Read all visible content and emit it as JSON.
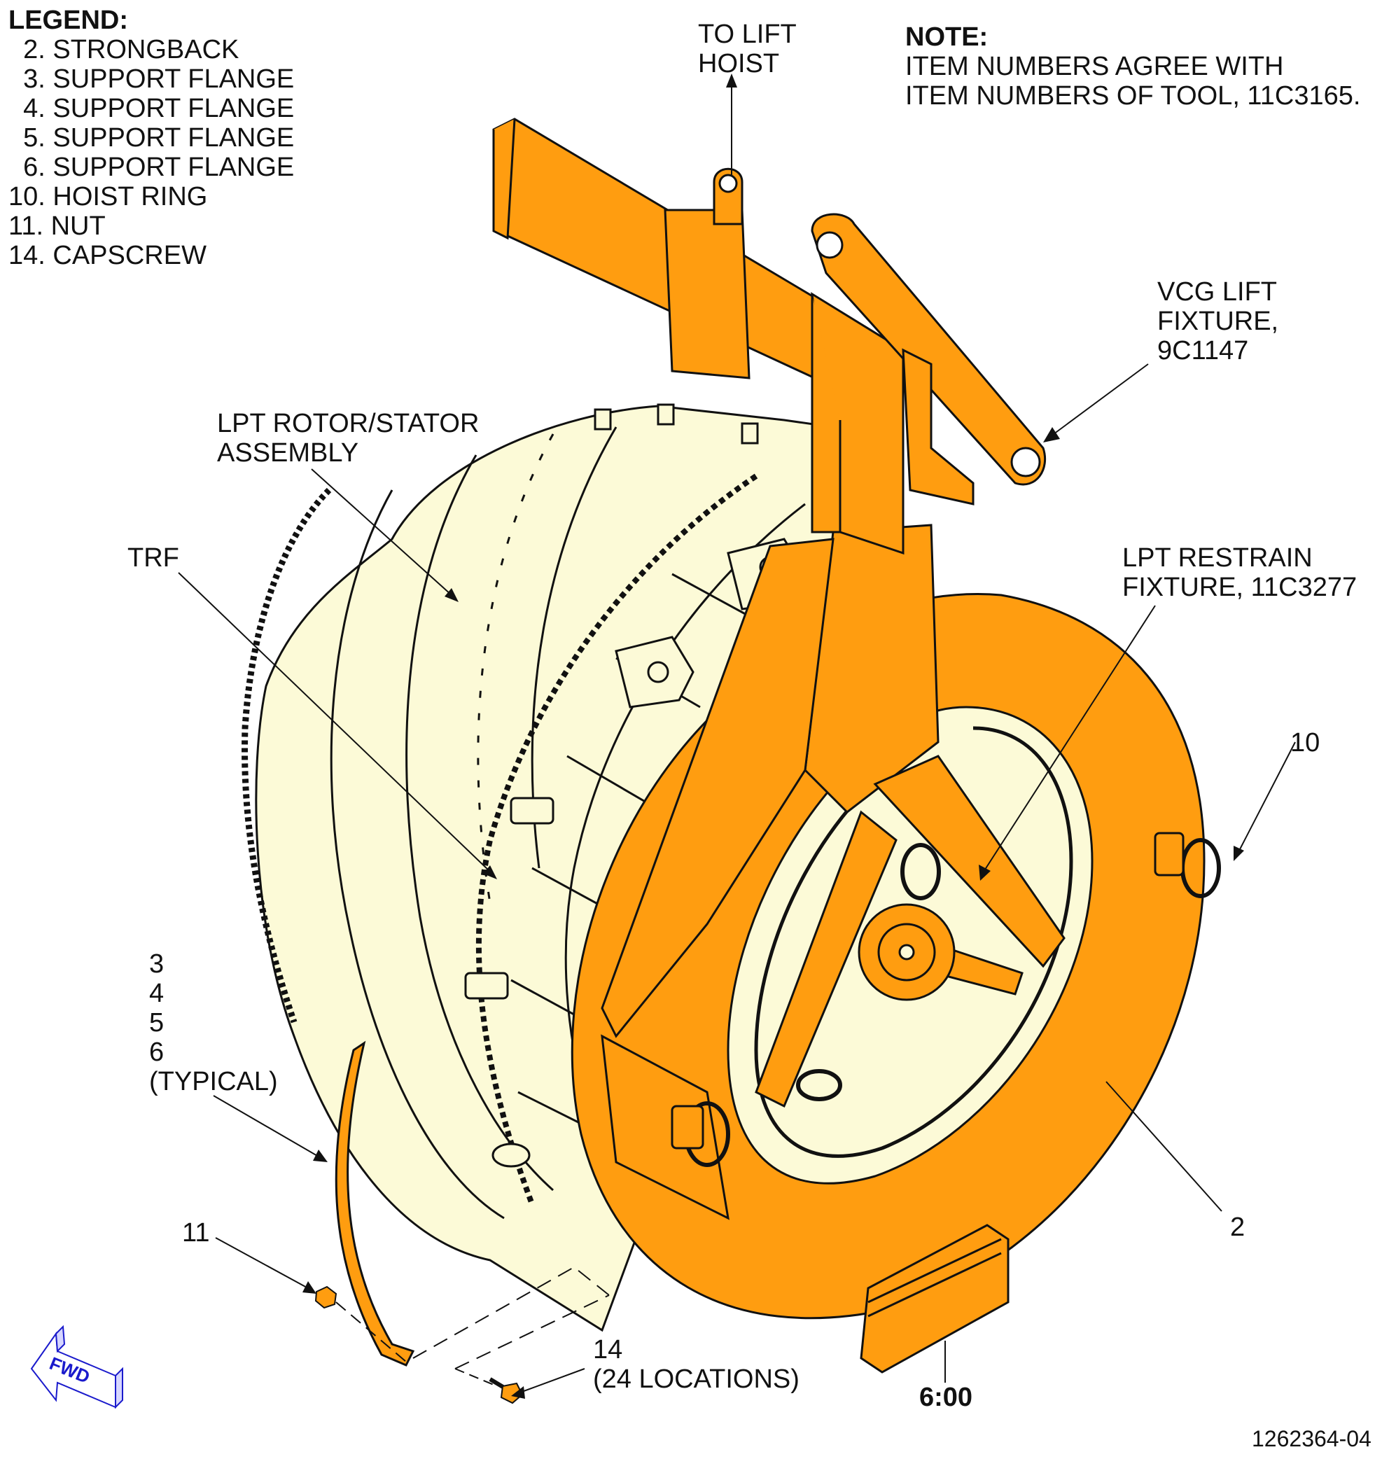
{
  "legend": {
    "title": "LEGEND:",
    "items": [
      "  2. STRONGBACK",
      "  3. SUPPORT FLANGE",
      "  4. SUPPORT FLANGE",
      "  5. SUPPORT FLANGE",
      "  6. SUPPORT FLANGE",
      "10. HOIST RING",
      "11. NUT",
      "14. CAPSCREW"
    ]
  },
  "note": {
    "title": "NOTE:",
    "lines": [
      "ITEM NUMBERS AGREE WITH",
      "ITEM NUMBERS OF TOOL, 11C3165."
    ]
  },
  "callouts": {
    "to_lift_hoist": [
      "TO LIFT",
      "HOIST"
    ],
    "vcg_lift_fixture": [
      "VCG LIFT",
      "FIXTURE,",
      "9C1147"
    ],
    "lpt_rotor_stator": [
      "LPT ROTOR/STATOR",
      "ASSEMBLY"
    ],
    "trf": "TRF",
    "lpt_restrain_fixture": [
      "LPT RESTRAIN",
      "FIXTURE, 11C3277"
    ],
    "item_10": "10",
    "items_3456": [
      "3",
      "4",
      "5",
      "6",
      "(TYPICAL)"
    ],
    "item_2": "2",
    "item_11": "11",
    "item_14": [
      "14",
      "(24 LOCATIONS)"
    ],
    "six_oclock": "6:00",
    "fwd": "FWD",
    "figure_number": "1262364-04"
  },
  "colors": {
    "tool_orange": "#ff9d10",
    "engine_cream": "#fcfad7",
    "outline": "#111111",
    "fwd_blue": "#1a1acc"
  }
}
